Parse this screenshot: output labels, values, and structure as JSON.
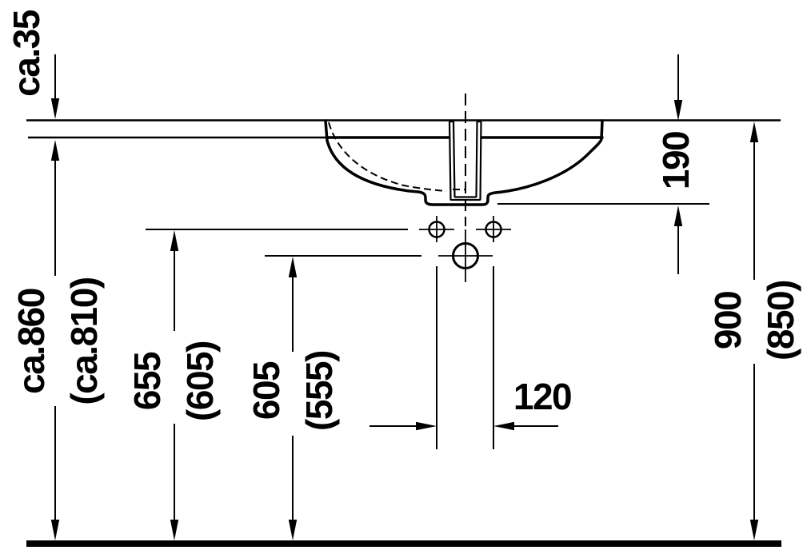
{
  "drawing": {
    "type": "technical-installation-drawing",
    "subject": "undercounter-washbasin-side-section",
    "colors": {
      "line": "#000000",
      "background": "#ffffff"
    },
    "dimensions": {
      "countertop_thickness": {
        "value": "ca.35"
      },
      "underside_height": {
        "value": "ca.860",
        "alt": "(ca.810)"
      },
      "fixing_holes_height": {
        "value": "655",
        "alt": "(605)"
      },
      "drain_hole_height": {
        "value": "605",
        "alt": "(555)"
      },
      "drain_offset": {
        "value": "120"
      },
      "basin_depth": {
        "value": "190"
      },
      "rim_height": {
        "value": "900",
        "alt": "(850)"
      }
    }
  }
}
